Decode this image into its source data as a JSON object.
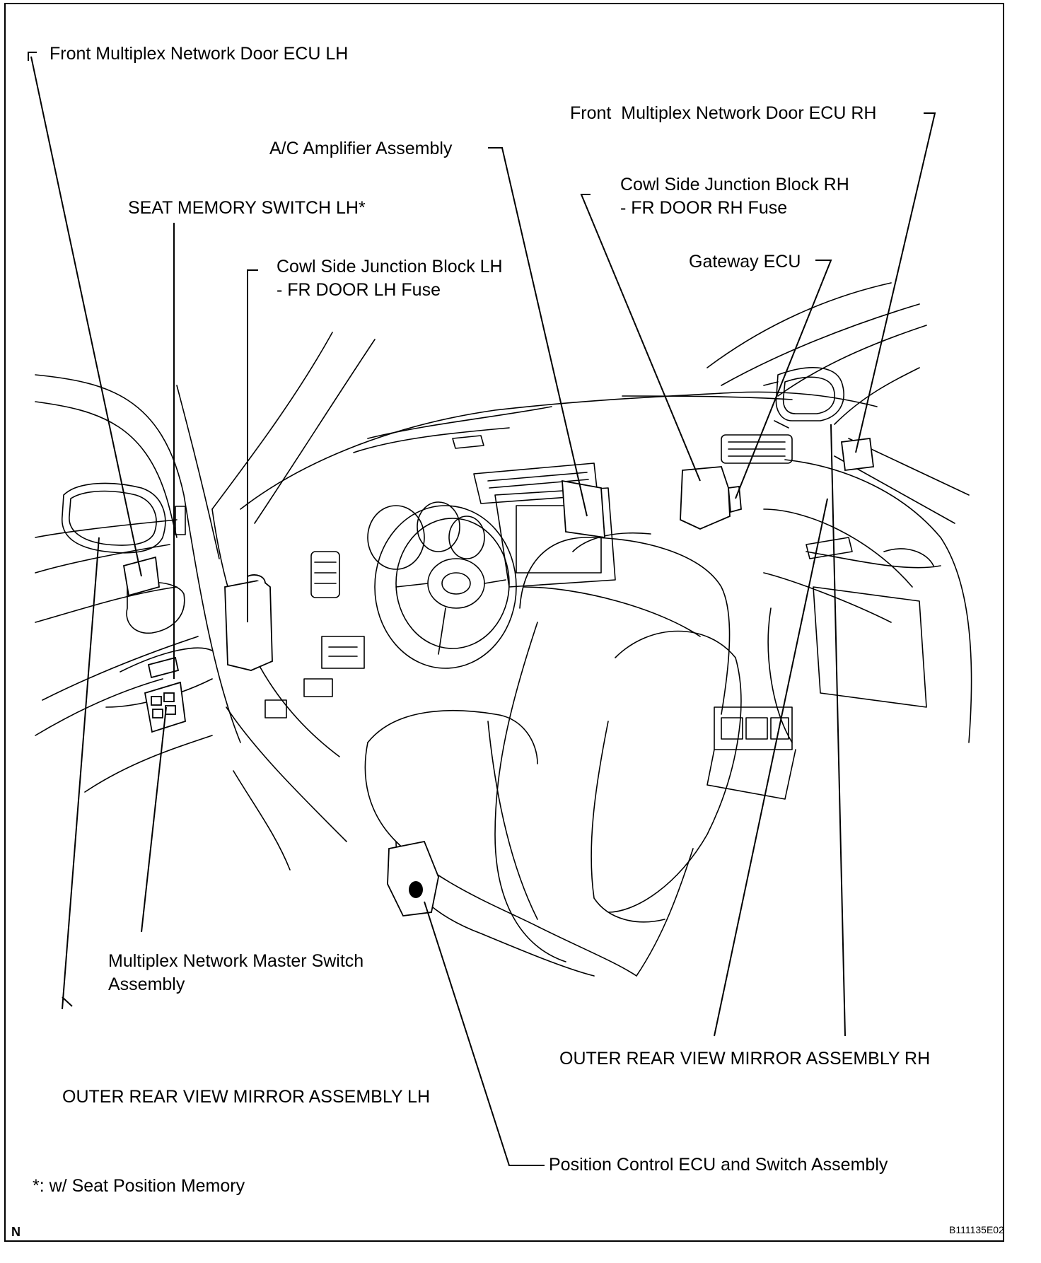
{
  "labels": {
    "front_door_ecu_lh": "Front Multiplex Network Door ECU LH",
    "front_door_ecu_rh": "Front  Multiplex Network Door ECU RH",
    "ac_amplifier": "A/C Amplifier Assembly",
    "cowl_rh_line1": "Cowl Side Junction Block RH",
    "cowl_rh_line2": "- FR DOOR RH Fuse",
    "seat_memory_switch": "SEAT MEMORY SWITCH LH*",
    "cowl_lh_line1": "Cowl Side Junction Block LH",
    "cowl_lh_line2": "- FR DOOR LH Fuse",
    "gateway_ecu": "Gateway ECU",
    "master_switch_line1": "Multiplex Network Master Switch",
    "master_switch_line2": "Assembly",
    "mirror_rh": "OUTER REAR VIEW MIRROR ASSEMBLY RH",
    "mirror_lh": "OUTER REAR VIEW MIRROR ASSEMBLY LH",
    "position_control": "Position Control ECU and Switch Assembly"
  },
  "footnote": "*: w/ Seat Position Memory",
  "corner_mark": "N",
  "figure_code": "B111135E02"
}
